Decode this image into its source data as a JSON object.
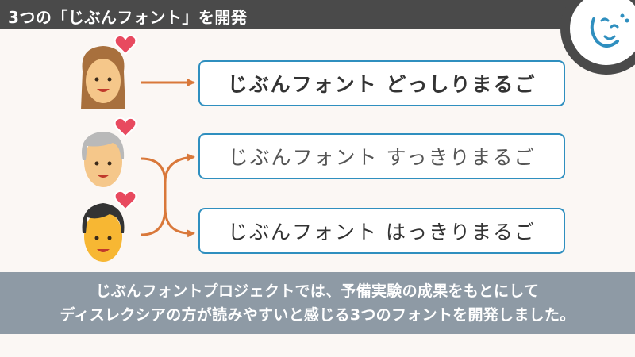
{
  "header": {
    "title": "3つの「じぶんフォント」を開発"
  },
  "logo": {
    "icon": "jibun-font-face-logo"
  },
  "fonts": [
    {
      "label": "じぶんフォント どっしりまるご"
    },
    {
      "label": "じぶんフォント すっきりまるご"
    },
    {
      "label": "じぶんフォント はっきりまるご"
    }
  ],
  "caption": {
    "line1": "じぶんフォントプロジェクトでは、予備実験の成果をもとにして",
    "line2": "ディスレクシアの方が読みやすいと感じる3つのフォントを開発しました。"
  },
  "colors": {
    "header": "#4a4a4a",
    "accent_blue": "#2f8fbf",
    "arrow_orange": "#d9783a",
    "caption_bg": "#8e9aa5",
    "heart": "#e84a5f"
  }
}
